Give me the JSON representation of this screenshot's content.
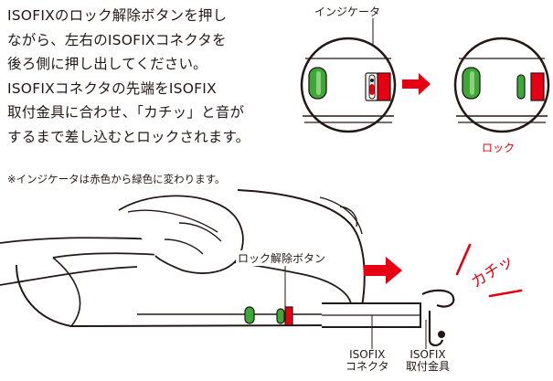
{
  "instructions": {
    "lines": [
      "ISOFIXのロック解除ボタンを押し",
      "ながら、左右のISOFIXコネクタを",
      "後ろ側に押し出してください。",
      "ISOFIXコネクタの先端をISOFIX",
      "取付金具に合わせ、「カチッ」と音が",
      "するまで差し込むとロックされます。"
    ]
  },
  "note": "※インジケータは赤色から緑色に変わります。",
  "indicator_diagram": {
    "indicator_label": "インジケータ",
    "lock_label": "ロック"
  },
  "install_diagram": {
    "release_button_label": "ロック解除ボタン",
    "connector_label_line1": "ISOFIX",
    "connector_label_line2": "コネクタ",
    "fixture_label_line1": "ISOFIX",
    "fixture_label_line2": "取付金具",
    "click_sound": "カチッ"
  },
  "colors": {
    "accent_red": "#e60012",
    "indicator_green": "#3aa935",
    "text": "#231815"
  }
}
